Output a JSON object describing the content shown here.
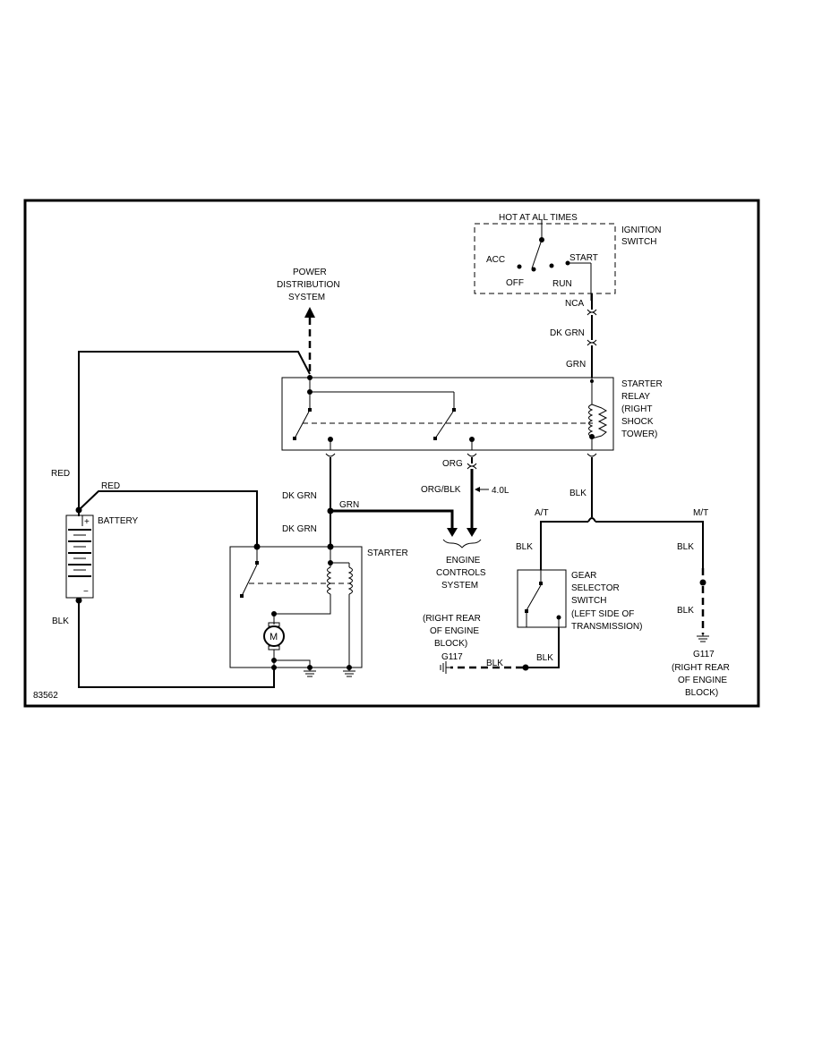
{
  "diagram_id": "83562",
  "ignition_switch": {
    "supply": "HOT AT ALL TIMES",
    "name_line1": "IGNITION",
    "name_line2": "SWITCH",
    "positions": [
      "ACC",
      "OFF",
      "RUN",
      "START"
    ]
  },
  "power_distribution": {
    "line1": "POWER",
    "line2": "DISTRIBUTION",
    "line3": "SYSTEM"
  },
  "starter_relay": {
    "line1": "STARTER",
    "line2": "RELAY",
    "line3": "(RIGHT",
    "line4": "SHOCK",
    "line5": "TOWER)"
  },
  "battery": {
    "name": "BATTERY",
    "plus": "+",
    "minus": "−"
  },
  "starter": {
    "name": "STARTER",
    "motor_symbol": "M"
  },
  "engine_controls": {
    "line1": "ENGINE",
    "line2": "CONTROLS",
    "line3": "SYSTEM",
    "engine_variant": "4.0L"
  },
  "gear_selector": {
    "line1": "GEAR",
    "line2": "SELECTOR",
    "line3": "SWITCH",
    "line4": "(LEFT SIDE OF",
    "line5": "TRANSMISSION)",
    "auto_trans": "A/T",
    "manual_trans": "M/T"
  },
  "grounds": {
    "left": {
      "id": "G117",
      "line1": "(RIGHT REAR",
      "line2": "OF ENGINE",
      "line3": "BLOCK)"
    },
    "right": {
      "id": "G117",
      "line1": "(RIGHT REAR",
      "line2": "OF ENGINE",
      "line3": "BLOCK)"
    }
  },
  "wire_labels": {
    "nca": "NCA",
    "dk_grn_ign": "DK GRN",
    "grn_relay": "GRN",
    "red_main": "RED",
    "red_battery": "RED",
    "blk_battery": "BLK",
    "dk_grn_upper": "DK GRN",
    "grn_branch": "GRN",
    "dk_grn_lower": "DK GRN",
    "org": "ORG",
    "org_blk": "ORG/BLK",
    "blk_relay": "BLK",
    "blk_at": "BLK",
    "blk_mt1": "BLK",
    "blk_mt2": "BLK",
    "blk_gear_out": "BLK",
    "blk_ground": "BLK"
  }
}
